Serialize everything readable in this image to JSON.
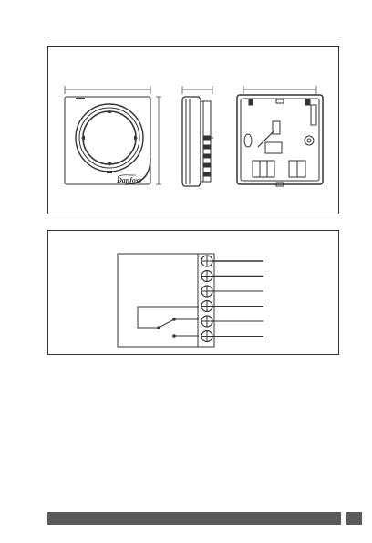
{
  "document": {
    "figures": [
      {
        "id": "dimension-drawings",
        "views": [
          "front",
          "side",
          "back-open"
        ]
      },
      {
        "id": "wiring-diagram",
        "terminal_count": 6,
        "connected_wires": 6
      }
    ],
    "brand_logo_text": "Danfoss",
    "colors": {
      "line": "#333333",
      "footer": "#5a5a5a"
    }
  }
}
